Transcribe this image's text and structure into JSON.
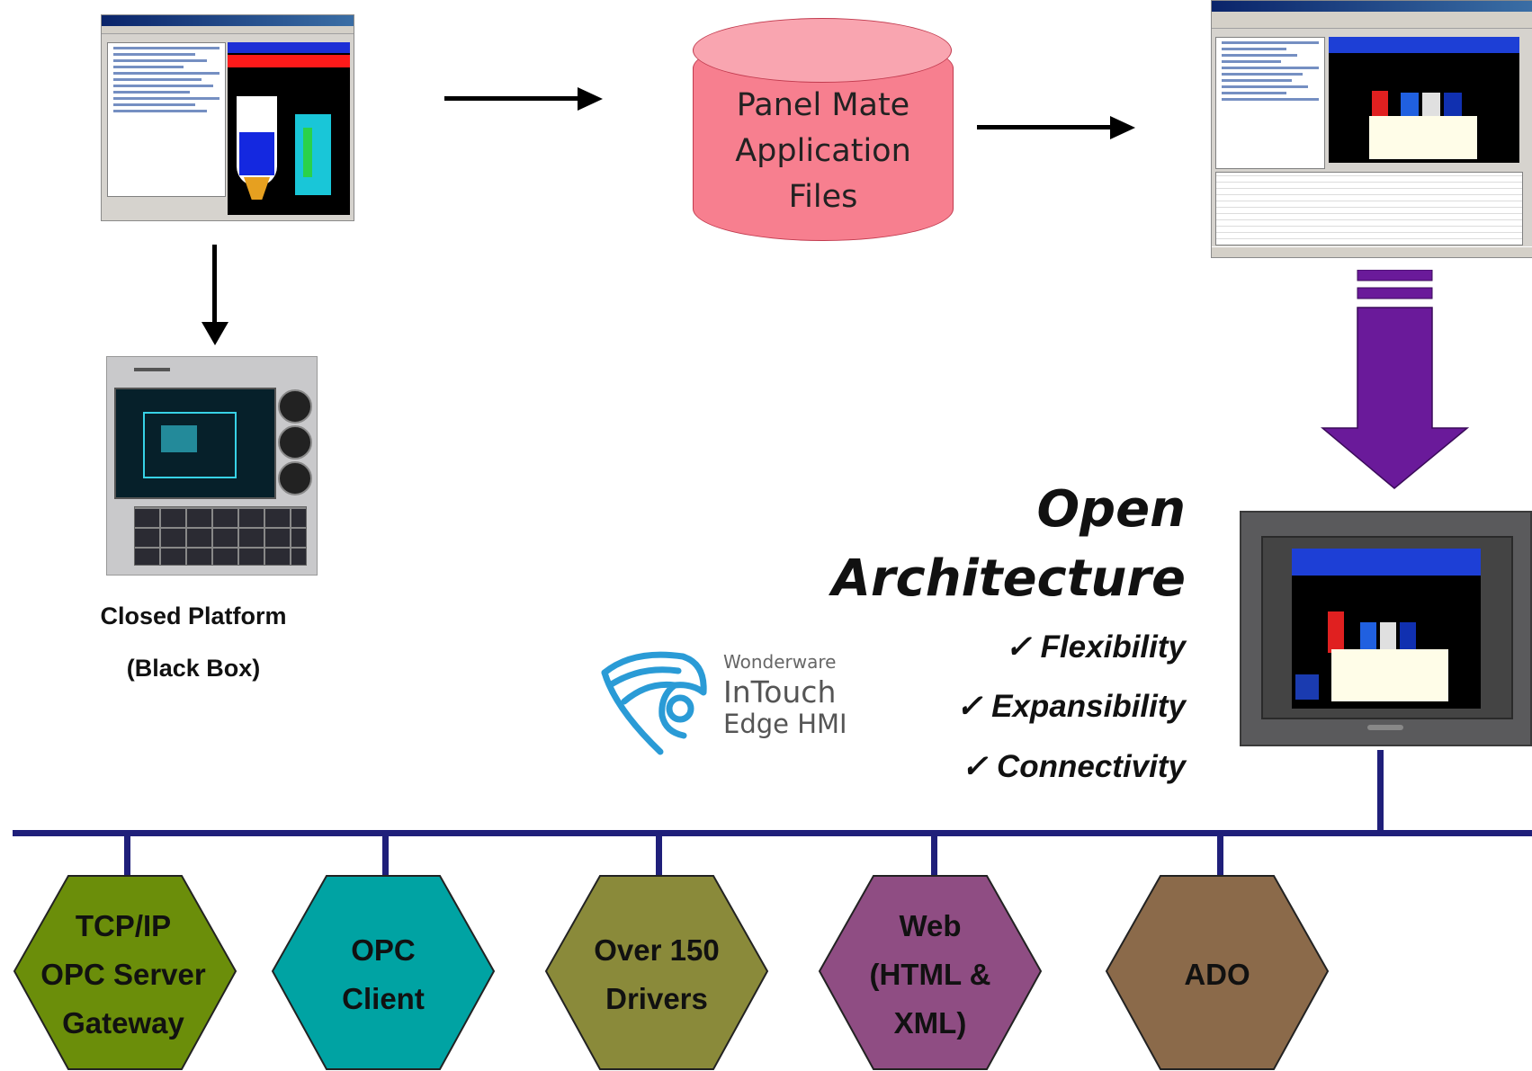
{
  "database": {
    "line1": "Panel Mate",
    "line2": "Application",
    "line3": "Files"
  },
  "closed_platform": {
    "line1": "Closed Platform",
    "line2": "(Black Box)"
  },
  "open_architecture": {
    "title_line1": "Open",
    "title_line2": "Architecture",
    "features": [
      "Flexibility",
      "Expansibility",
      "Connectivity"
    ]
  },
  "logo": {
    "brand": "Wonderware",
    "product_line1": "InTouch",
    "product_line2": "Edge HMI"
  },
  "nodes": [
    {
      "lines": [
        "TCP/IP",
        "OPC Server",
        "Gateway"
      ],
      "color": "#6b8e0a"
    },
    {
      "lines": [
        "OPC",
        "Client"
      ],
      "color": "#00a3a3"
    },
    {
      "lines": [
        "Over 150",
        "Drivers"
      ],
      "color": "#8a8a3a"
    },
    {
      "lines": [
        "Web",
        "(HTML &",
        "XML)"
      ],
      "color": "#8f4d83"
    },
    {
      "lines": [
        "ADO"
      ],
      "color": "#8b6a4a"
    }
  ],
  "colors": {
    "bus": "#1f1f7a",
    "big_arrow": "#6a1a9a",
    "database": "#f77f8f"
  },
  "icons": [
    "panelmate-config-screenshot",
    "closed-panel-terminal",
    "intouch-studio-screenshot",
    "open-panel-terminal",
    "wonderware-logo",
    "check-icon"
  ]
}
